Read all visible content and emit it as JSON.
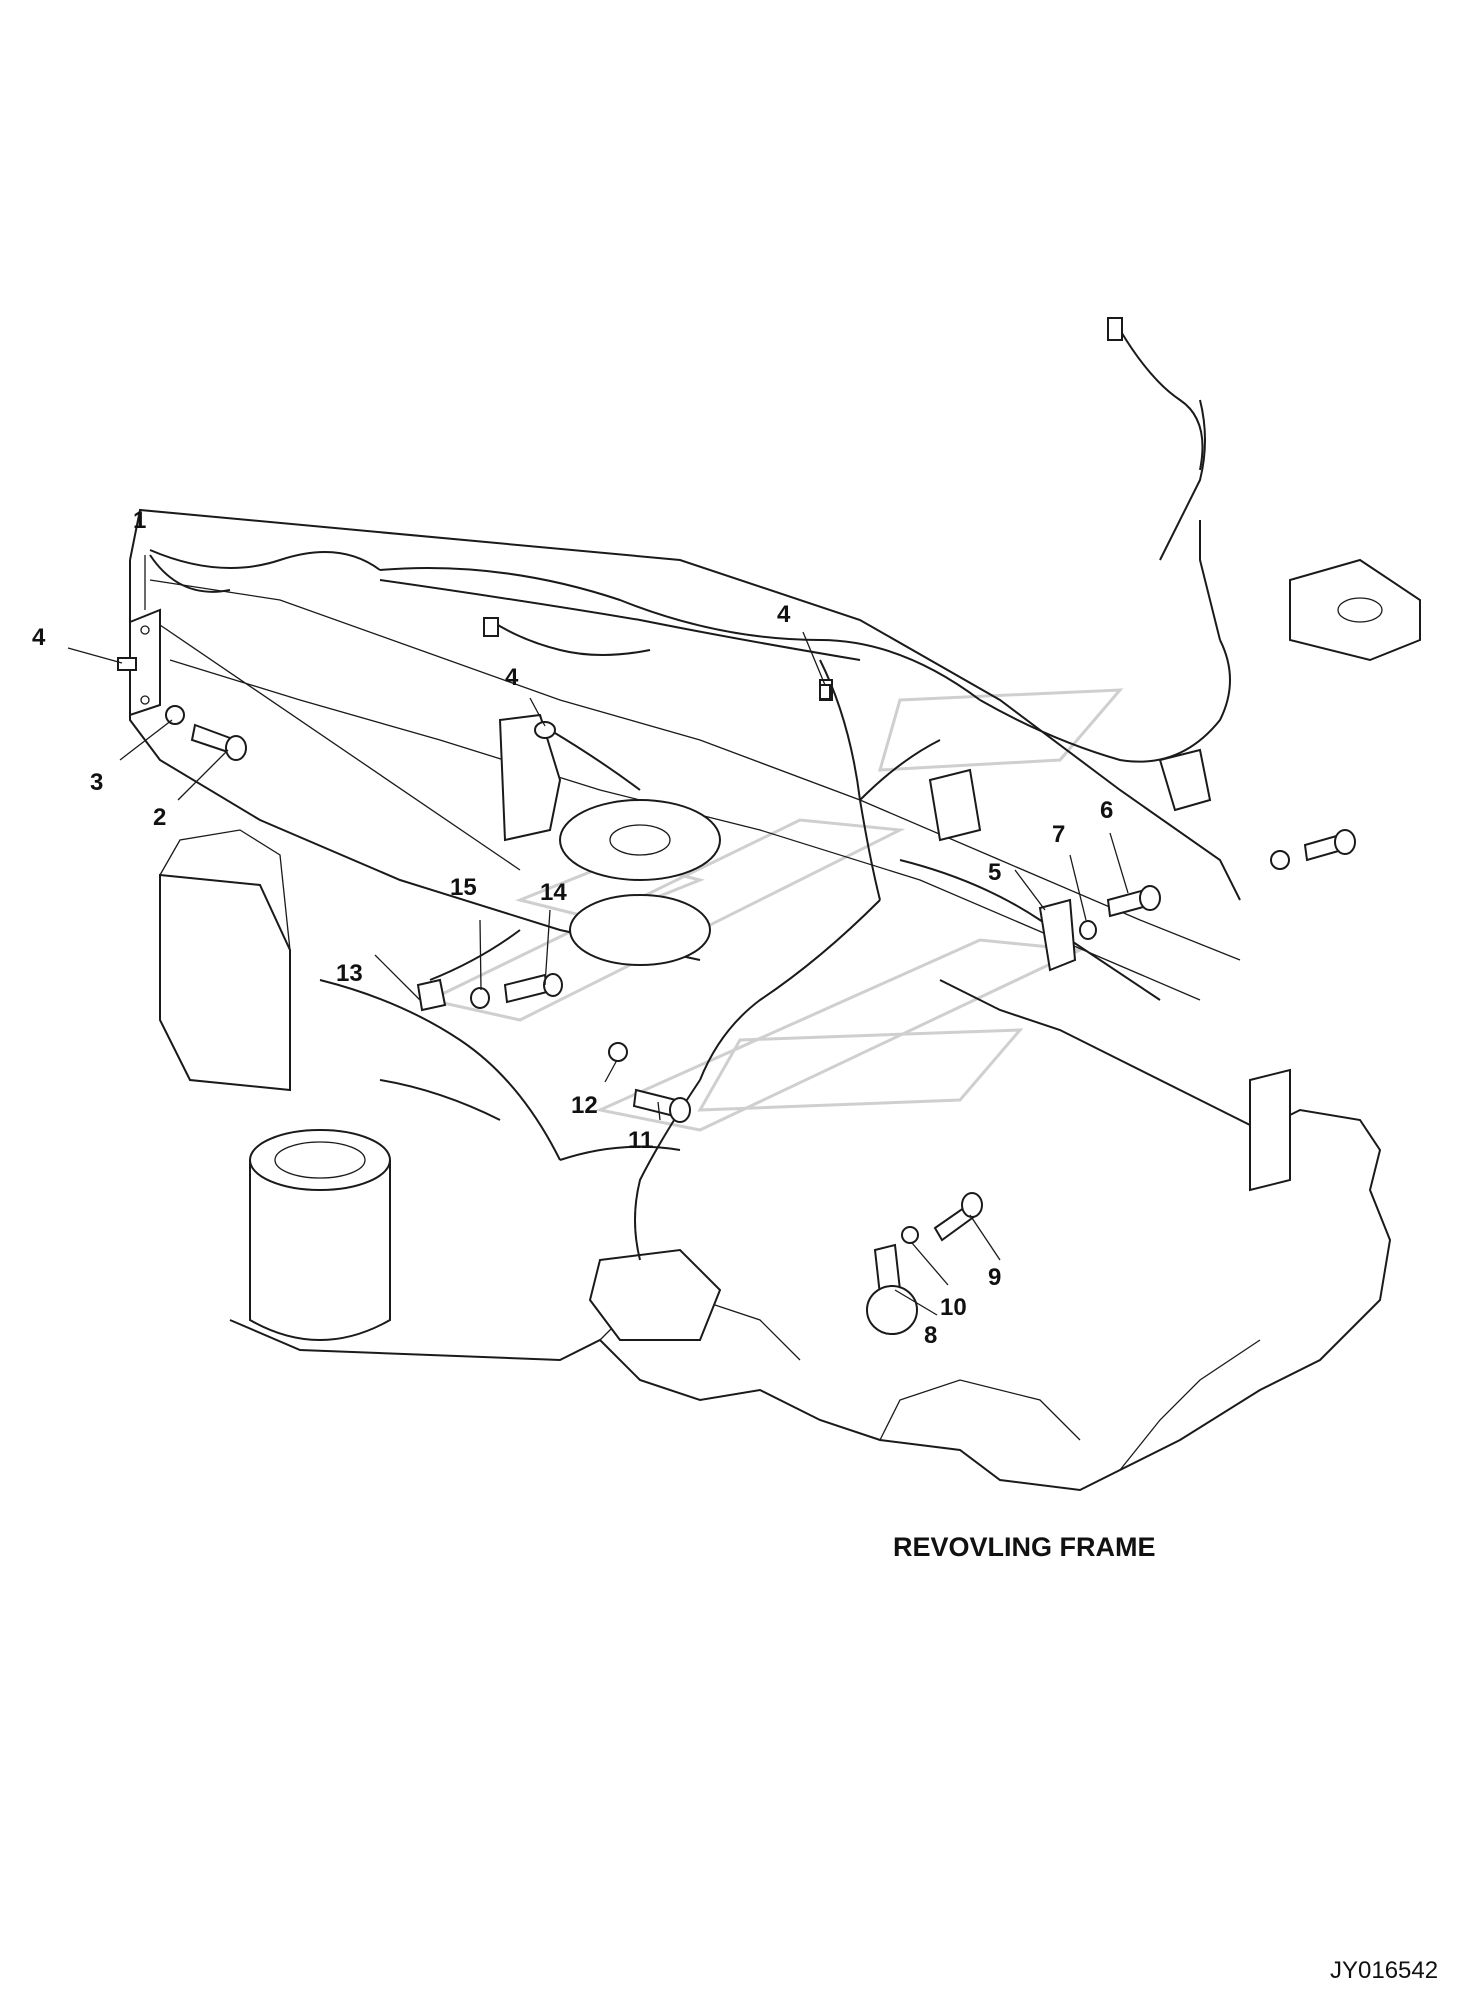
{
  "diagram": {
    "caption": "REVOVLING FRAME",
    "document_id": "JY016542",
    "callouts": [
      {
        "id": "c1",
        "label": "1"
      },
      {
        "id": "c2",
        "label": "2"
      },
      {
        "id": "c3",
        "label": "3"
      },
      {
        "id": "c4a",
        "label": "4"
      },
      {
        "id": "c4b",
        "label": "4"
      },
      {
        "id": "c4c",
        "label": "4"
      },
      {
        "id": "c5",
        "label": "5"
      },
      {
        "id": "c6",
        "label": "6"
      },
      {
        "id": "c7",
        "label": "7"
      },
      {
        "id": "c8",
        "label": "8"
      },
      {
        "id": "c9",
        "label": "9"
      },
      {
        "id": "c10",
        "label": "10"
      },
      {
        "id": "c11",
        "label": "11"
      },
      {
        "id": "c12",
        "label": "12"
      },
      {
        "id": "c13",
        "label": "13"
      },
      {
        "id": "c14",
        "label": "14"
      },
      {
        "id": "c15",
        "label": "15"
      }
    ]
  }
}
